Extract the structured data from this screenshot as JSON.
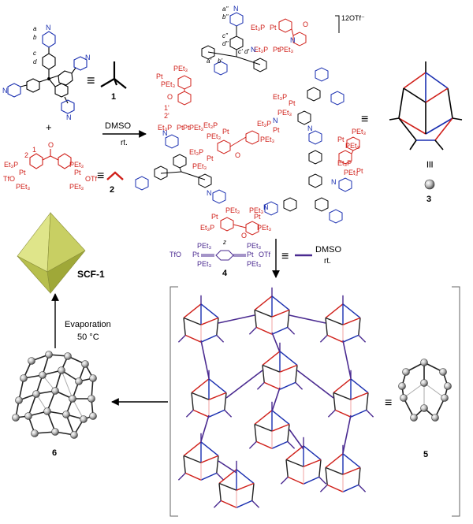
{
  "compounds": {
    "c1": "1",
    "c2": "2",
    "c3": "3",
    "c4": "4",
    "c5": "5",
    "c6": "6",
    "scf": "SCF-1"
  },
  "counterion": "12OTf⁻",
  "conditions": {
    "step1_solvent": "DMSO",
    "step1_temp": "rt.",
    "step2_solvent": "DMSO",
    "step2_temp": "rt.",
    "step3_method": "Evaporation",
    "step3_temp": "50 °C",
    "plus": "+"
  },
  "reagent2": {
    "pet3_a": "PEt₃",
    "pet3_b": "PEt₃",
    "et3p": "Et₃P",
    "tfo": "TfO",
    "otf": "OTf",
    "pt": "Pt",
    "o": "O",
    "h1": "1",
    "h2": "2"
  },
  "reagent4": {
    "tfo": "TfO",
    "otf": "OTf",
    "pt": "Pt",
    "pet3": "PEt₃",
    "z": "z"
  },
  "hlabels": [
    "a",
    "b",
    "c",
    "d"
  ],
  "cage_labels": {
    "pet3": "PEt₃",
    "et3p": "Et₃P",
    "pt": "Pt",
    "o": "O",
    "n": "N",
    "h1p": "1'",
    "h2p": "2'",
    "ap": "a'",
    "bp": "b'",
    "cp": "c'",
    "dp": "d'",
    "ad": "a\"",
    "bd": "b\"",
    "cd": "c\"",
    "dd": "d\""
  },
  "symbols": {
    "equiv": "≡",
    "equiv_v": "≡"
  },
  "colors": {
    "node_blue": "#1a2fb0",
    "link_red": "#d0201a",
    "linker_purple": "#4a2a90",
    "octahedron": "#e0e87a"
  }
}
